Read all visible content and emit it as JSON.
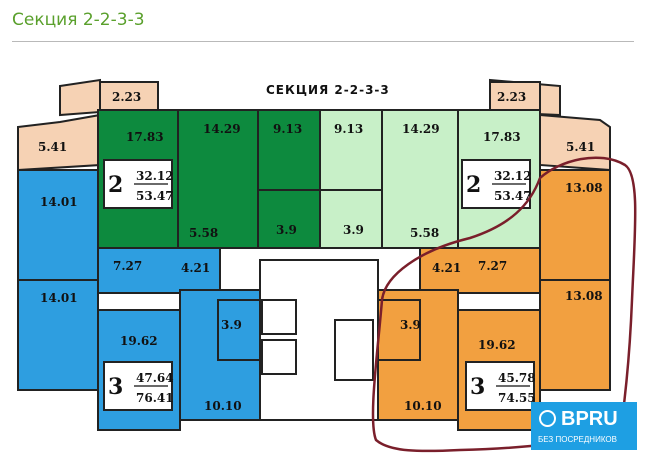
{
  "page": {
    "title": "Секция 2-2-3-3"
  },
  "plan": {
    "heading": "СЕКЦИЯ 2-2-3-3",
    "balcony_labels": [
      "2.23",
      "2.23",
      "5.41",
      "5.41"
    ],
    "room_labels": [
      "17.83",
      "14.29",
      "9.13",
      "9.13",
      "14.29",
      "17.83",
      "14.01",
      "14.01",
      "13.08",
      "13.08",
      "7.27",
      "7.27",
      "4.21",
      "4.21",
      "5.58",
      "5.58",
      "3.9",
      "3.9",
      "3.9",
      "3.9",
      "19.62",
      "19.62",
      "10.10",
      "10.10"
    ],
    "apartments": [
      {
        "rooms": "2",
        "living": "32.12",
        "total": "53.47"
      },
      {
        "rooms": "2",
        "living": "32.12",
        "total": "53.47"
      },
      {
        "rooms": "3",
        "living": "47.64",
        "total": "76.41"
      },
      {
        "rooms": "3",
        "living": "45.78",
        "total": "74.55"
      }
    ],
    "colors": {
      "dark_green": "#0d8a3e",
      "light_green": "#c8f0c8",
      "blue": "#2e9ee0",
      "orange": "#f2a040",
      "balcony": "#f6d2b4",
      "marker": "#7a1f2b"
    }
  },
  "watermark": {
    "brand": "BPRU",
    "tagline": "БЕЗ ПОСРЕДНИКОВ"
  }
}
